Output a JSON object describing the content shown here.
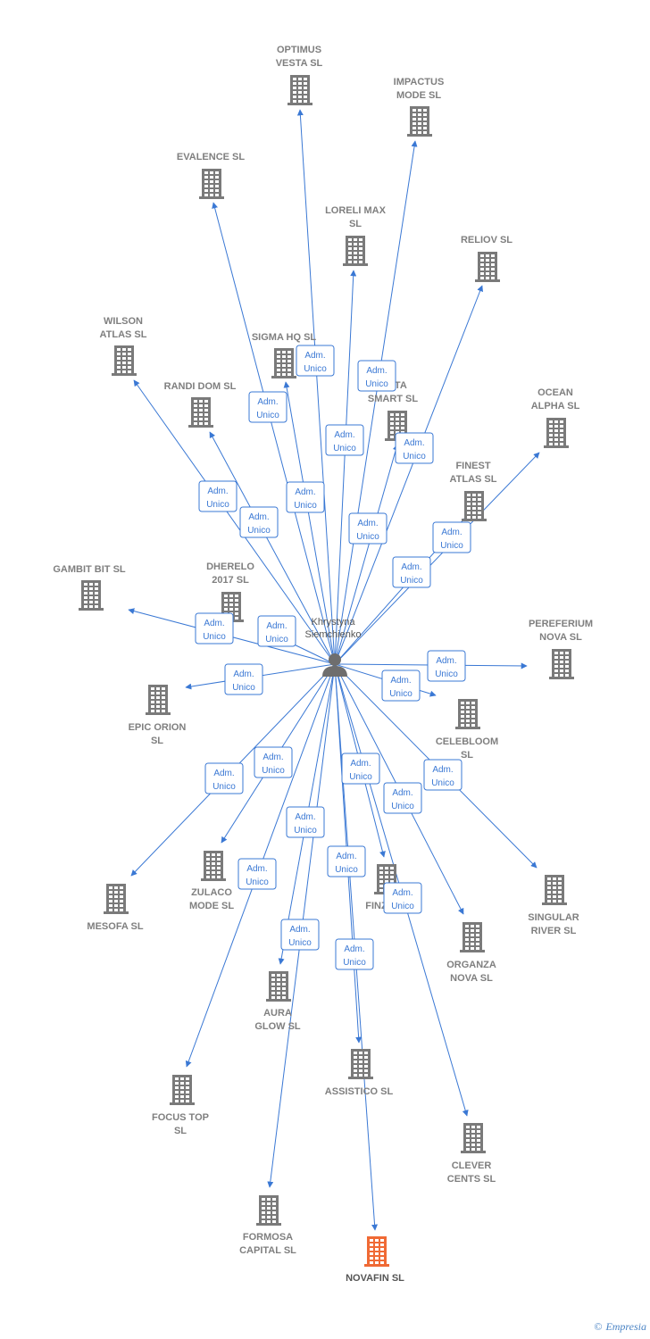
{
  "person": {
    "lines": [
      "Khrystyna",
      "Siemchienko"
    ]
  },
  "role_label_lines": [
    "Adm.",
    "Unico"
  ],
  "highlight_color": "#f06a35",
  "node_color": "#7a7a7a",
  "edge_color": "#3a78d4",
  "companies": [
    {
      "id": "optimus",
      "lines": [
        "OPTIMUS",
        "VESTA  SL"
      ]
    },
    {
      "id": "impactus",
      "lines": [
        "IMPACTUS",
        "MODE  SL"
      ]
    },
    {
      "id": "evalence",
      "lines": [
        "EVALENCE  SL"
      ]
    },
    {
      "id": "loreli",
      "lines": [
        "LORELI MAX",
        "SL"
      ]
    },
    {
      "id": "reliov",
      "lines": [
        "RELIOV  SL"
      ]
    },
    {
      "id": "wilson",
      "lines": [
        "WILSON",
        "ATLAS  SL"
      ]
    },
    {
      "id": "sigma",
      "lines": [
        "SIGMA HQ  SL"
      ]
    },
    {
      "id": "randi",
      "lines": [
        "RANDI DOM  SL"
      ]
    },
    {
      "id": "vista",
      "lines": [
        "VISTA",
        "SMART  SL"
      ]
    },
    {
      "id": "ocean",
      "lines": [
        "OCEAN",
        "ALPHA  SL"
      ]
    },
    {
      "id": "finest",
      "lines": [
        "FINEST",
        "ATLAS  SL"
      ]
    },
    {
      "id": "gambit",
      "lines": [
        "GAMBIT BIT  SL"
      ]
    },
    {
      "id": "dherelo",
      "lines": [
        "DHERELO",
        "2017  SL"
      ]
    },
    {
      "id": "pereferium",
      "lines": [
        "PEREFERIUM",
        "NOVA  SL"
      ]
    },
    {
      "id": "epic",
      "lines": [
        "EPIC ORION",
        "SL"
      ]
    },
    {
      "id": "celebloom",
      "lines": [
        "CELEBLOOM",
        "SL"
      ]
    },
    {
      "id": "mesofa",
      "lines": [
        "MESOFA  SL"
      ]
    },
    {
      "id": "zulaco",
      "lines": [
        "ZULACO",
        "MODE  SL"
      ]
    },
    {
      "id": "finz",
      "lines": [
        "FINZ  SL"
      ]
    },
    {
      "id": "singular",
      "lines": [
        "SINGULAR",
        "RIVER  SL"
      ]
    },
    {
      "id": "organza",
      "lines": [
        "ORGANZA",
        "NOVA  SL"
      ]
    },
    {
      "id": "aura",
      "lines": [
        "AURA",
        "GLOW  SL"
      ]
    },
    {
      "id": "assistico",
      "lines": [
        "ASSISTICO  SL"
      ]
    },
    {
      "id": "focus",
      "lines": [
        "FOCUS TOP",
        "SL"
      ]
    },
    {
      "id": "clever",
      "lines": [
        "CLEVER",
        "CENTS  SL"
      ]
    },
    {
      "id": "formosa",
      "lines": [
        "FORMOSA",
        "CAPITAL  SL"
      ]
    },
    {
      "id": "novafin",
      "lines": [
        "NOVAFIN  SL"
      ],
      "highlight": true
    }
  ],
  "brand": {
    "copyright": "©",
    "name": "Empresia"
  }
}
